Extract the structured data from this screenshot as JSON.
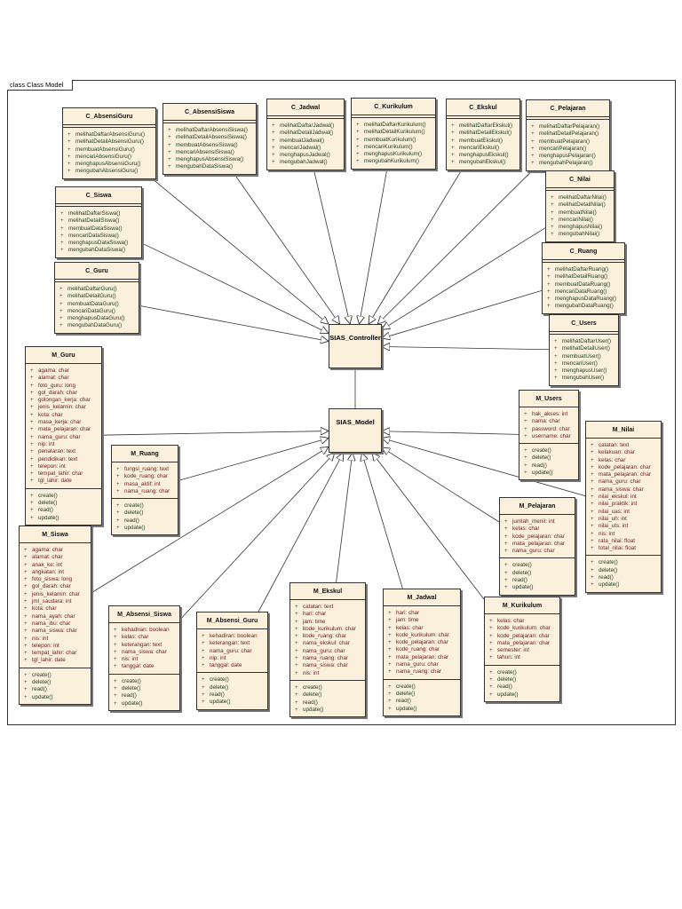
{
  "frame_title": "class Class Model",
  "hubs": {
    "controller": "SIAS_Controller",
    "model": "SIAS_Model"
  },
  "controllers": [
    {
      "name": "C_AbsensiGuru",
      "ops": [
        "melihatDaftarAbsensiGuru()",
        "melihatDetailAbsensiGuru()",
        "membuatAbsensiGuru()",
        "mencariAbsensiGuru()",
        "menghapusAbsensiGuru()",
        "mengubahAbsensiGuru()"
      ]
    },
    {
      "name": "C_AbsensiSiswa",
      "ops": [
        "melihatDaftarAbsensiSiswa()",
        "melihatDetailAbsensiSiswa()",
        "membuatAbsensiSiswa()",
        "mencariAbsensiSiswa()",
        "menghapusAbsensiSiswa()",
        "mengubahDataSiswa()"
      ]
    },
    {
      "name": "C_Jadwal",
      "ops": [
        "melihatDaftarJadwal()",
        "melihatDetailJadwal()",
        "membuatJadwal()",
        "mencariJadwal()",
        "menghapusJadwal()",
        "mengubahJadwal()"
      ]
    },
    {
      "name": "C_Kurikulum",
      "ops": [
        "melihatDaftarKurikulum()",
        "melihatDetailKurikulum()",
        "membuatKurikulum()",
        "mencariKurikulum()",
        "menghapusKurikulum()",
        "mengubahKurikulum()"
      ]
    },
    {
      "name": "C_Ekskul",
      "ops": [
        "melihatDaftarEkskul()",
        "melihatDetailEkskul()",
        "membuatEkskul()",
        "mencariEkskul()",
        "menghapusEkskul()",
        "mengubahEkskul()"
      ]
    },
    {
      "name": "C_Pelajaran",
      "ops": [
        "melihatDaftarPelajaran()",
        "melihatDetailPelajaran()",
        "membuatPelajaran()",
        "mencariPelajaran()",
        "menghapusPelajaran()",
        "mengubahPelajaran()"
      ]
    },
    {
      "name": "C_Siswa",
      "ops": [
        "melihatDaftarSiswa()",
        "melihatDetailSiswa()",
        "membuatDataSiswa()",
        "mencariDataSiswa()",
        "menghapusDataSiswa()",
        "mengubahDataSiswa()"
      ]
    },
    {
      "name": "C_Nilai",
      "ops": [
        "melihatDaftarNilai()",
        "melihatDetailNilai()",
        "membuatNilai()",
        "mencariNilai()",
        "menghapusNilai()",
        "mengubahNilai()"
      ]
    },
    {
      "name": "C_Guru",
      "ops": [
        "melihatDaftarGuru()",
        "melihatDetailGuru()",
        "membuatDataGuru()",
        "mencariDataGuru()",
        "menghapusDataGuru()",
        "mengubahDataGuru()"
      ]
    },
    {
      "name": "C_Ruang",
      "ops": [
        "melihatDaftarRuang()",
        "melihatDetailRuang()",
        "membuatDataRuang()",
        "mencariDataRuang()",
        "menghapusDataRuang()",
        "mengubahDataRuang()"
      ]
    },
    {
      "name": "C_Users",
      "ops": [
        "melihatDaftarUser()",
        "melihatDetailUser()",
        "membuatUser()",
        "mencariUser()",
        "menghapusUser()",
        "mengubahUser()"
      ]
    }
  ],
  "models": [
    {
      "name": "M_Guru",
      "attrs": [
        "agama:  char",
        "alamat:  char",
        "foto_guru:  long",
        "gol_darah:  char",
        "golongan_kerja:  char",
        "jenis_kelamin:  char",
        "kota:  char",
        "masa_kerja:  char",
        "mata_pelajaran:  char",
        "nama_guru:  char",
        "nip:  int",
        "penataran:  text",
        "pendidikan:  text",
        "telepon:  int",
        "tempat_lahir:  char",
        "tgl_lahir:  date"
      ],
      "ops": [
        "create()",
        "delete()",
        "read()",
        "update()"
      ]
    },
    {
      "name": "M_Ruang",
      "attrs": [
        "fungsi_ruang:  text",
        "kode_ruang:  char",
        "masa_aktif:  int",
        "nama_ruang:  char"
      ],
      "ops": [
        "create()",
        "delete()",
        "read()",
        "update()"
      ]
    },
    {
      "name": "M_Users",
      "attrs": [
        "hak_akses:  int",
        "nama:  char",
        "password:  char",
        "username:  char"
      ],
      "ops": [
        "create()",
        "delete()",
        "read()",
        "update()"
      ]
    },
    {
      "name": "M_Nilai",
      "attrs": [
        "catatan:  text",
        "kelakuan:  char",
        "kelas:  char",
        "kode_pelajaran:  char",
        "mata_pelajaran:  char",
        "nama_guru:  char",
        "nama_siswa:  char",
        "nilai_ekskul:  int",
        "nilai_praktik:  int",
        "nilai_uas:  int",
        "nilai_uh:  int",
        "nilai_uts:  int",
        "nis:  int",
        "rata_nilai:  float",
        "total_nilai:  float"
      ],
      "ops": [
        "create()",
        "delete()",
        "read()",
        "update()"
      ]
    },
    {
      "name": "M_Pelajaran",
      "attrs": [
        "jumlah_menit:  int",
        "kelas:  char",
        "kode_pelajaran:  char",
        "mata_pelajaran:  char",
        "nama_guru:  char"
      ],
      "ops": [
        "create()",
        "delete()",
        "read()",
        "update()"
      ]
    },
    {
      "name": "M_Siswa",
      "attrs": [
        "agama:  char",
        "alamat:  char",
        "anak_ke:  int",
        "angkatan:  int",
        "foto_siswa:  long",
        "gol_darah:  char",
        "jenis_kelamin:  char",
        "jml_saudara:  int",
        "kota:  char",
        "nama_ayah:  char",
        "nama_ibu:  char",
        "nama_siswa:  char",
        "nis:  int",
        "telepon:  int",
        "tempat_lahir:  char",
        "tgl_lahir:  date"
      ],
      "ops": [
        "create()",
        "delete()",
        "read()",
        "update()"
      ]
    },
    {
      "name": "M_Absensi_Siswa",
      "attrs": [
        "kehadiran:  boolean",
        "kelas:  char",
        "keterangan:  text",
        "nama_siswa:  char",
        "nis:  int",
        "tanggal:  date"
      ],
      "ops": [
        "create()",
        "delete()",
        "read()",
        "update()"
      ]
    },
    {
      "name": "M_Absensi_Guru",
      "attrs": [
        "kehadiran:  boolean",
        "keterangan:  text",
        "nama_guru:  char",
        "nip:  int",
        "tanggal:  date"
      ],
      "ops": [
        "create()",
        "delete()",
        "read()",
        "update()"
      ]
    },
    {
      "name": "M_Ekskul",
      "attrs": [
        "catatan:  text",
        "hari:  char",
        "jam:  time",
        "kode_kurikulum:  char",
        "kode_ruang:  char",
        "nama_ekskul:  char",
        "nama_guru:  char",
        "nama_ruang:  char",
        "nama_siswa:  char",
        "nis:  int"
      ],
      "ops": [
        "create()",
        "delete()",
        "read()",
        "update()"
      ]
    },
    {
      "name": "M_Jadwal",
      "attrs": [
        "hari:  char",
        "jam:  time",
        "kelas:  char",
        "kode_kurikulum:  char",
        "kode_pelajaran:  char",
        "kode_ruang:  char",
        "mata_pelajaran:  char",
        "nama_guru:  char",
        "nama_ruang:  char"
      ],
      "ops": [
        "create()",
        "delete()",
        "read()",
        "update()"
      ]
    },
    {
      "name": "M_Kurikulum",
      "attrs": [
        "kelas:  char",
        "kode_kurikulum:  char",
        "kode_pelajaran:  char",
        "mata_pelajaran:  char",
        "semester:  int",
        "tahun:  int"
      ],
      "ops": [
        "create()",
        "delete()",
        "read()",
        "update()"
      ]
    }
  ]
}
